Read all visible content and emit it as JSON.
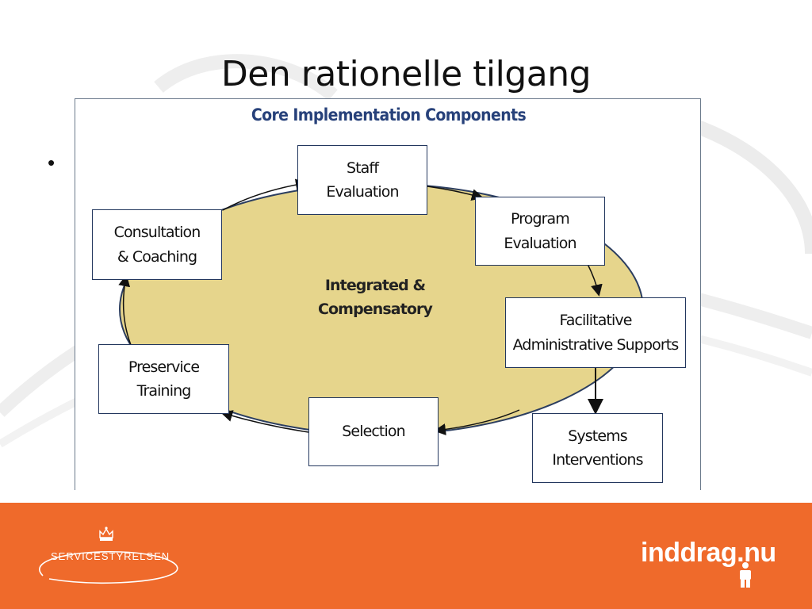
{
  "slide": {
    "title": "Den rationelle tilgang",
    "bullet": "•"
  },
  "diagram": {
    "title": "Core Implementation Components",
    "center": "Integrated &\nCompensatory",
    "nodes": {
      "staff_evaluation": "Staff\nEvaluation",
      "program_evaluation": "Program\nEvaluation",
      "facilitative_admin": "Facilitative\nAdministrative Supports",
      "systems_interventions": "Systems\nInterventions",
      "selection": "Selection",
      "preservice_training": "Preservice\nTraining",
      "consultation_coaching": "Consultation\n& Coaching"
    },
    "colors": {
      "ellipse_fill": "#e6d58c",
      "box_border": "#23375e",
      "title_color": "#27417a"
    }
  },
  "footer": {
    "color": "#ef6a2b",
    "left_logo_text": "SERVICESTYRELSEN",
    "right_logo_text": "inddrag.nu"
  }
}
